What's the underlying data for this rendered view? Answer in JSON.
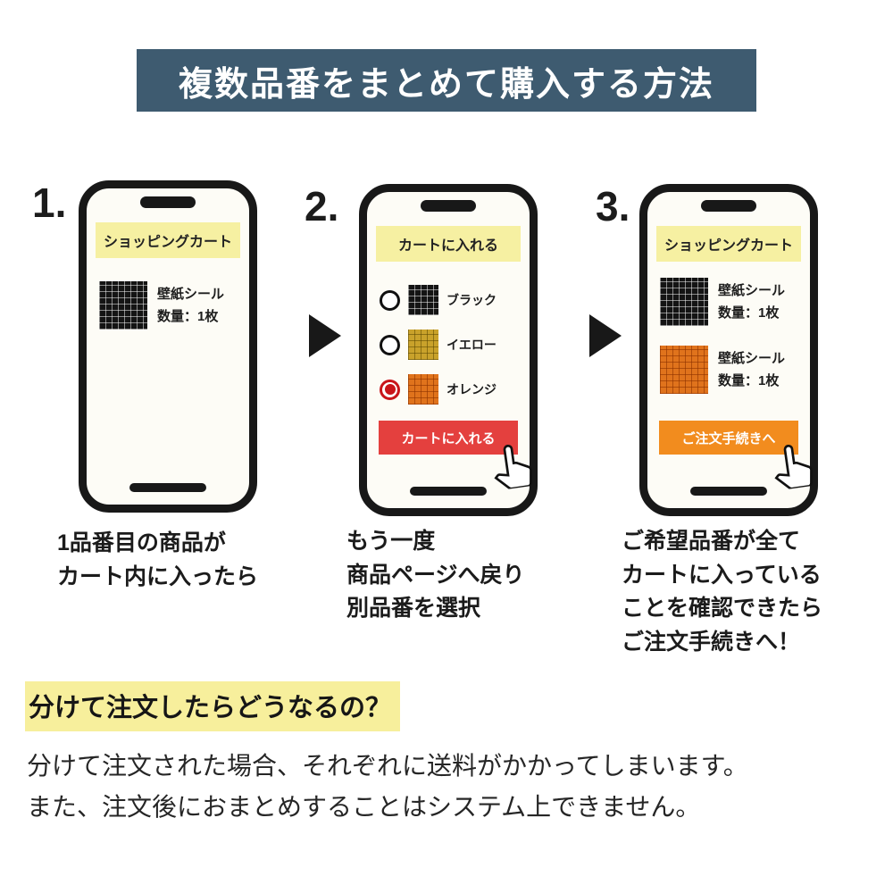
{
  "title_banner": {
    "text": "複数品番をまとめて購入する方法",
    "bg_color": "#3e5b70"
  },
  "steps": [
    {
      "number": "1.",
      "phone": {
        "header_label": "ショッピングカート",
        "items": [
          {
            "swatch": "black",
            "name": "壁紙シール",
            "qty": "数量：1枚"
          }
        ]
      },
      "caption": "1品番目の商品が\nカート内に入ったら"
    },
    {
      "number": "2.",
      "phone": {
        "header_label": "カートに入れる",
        "options": [
          {
            "swatch": "black",
            "label": "ブラック",
            "selected": false
          },
          {
            "swatch": "yellow",
            "label": "イエロー",
            "selected": false
          },
          {
            "swatch": "orange",
            "label": "オレンジ",
            "selected": true
          }
        ],
        "button": {
          "label": "カートに入れる",
          "color": "#e4403e"
        }
      },
      "caption": "もう一度\n商品ページへ戻り\n別品番を選択"
    },
    {
      "number": "3.",
      "phone": {
        "header_label": "ショッピングカート",
        "items": [
          {
            "swatch": "black",
            "name": "壁紙シール",
            "qty": "数量：1枚"
          },
          {
            "swatch": "orange",
            "name": "壁紙シール",
            "qty": "数量：1枚"
          }
        ],
        "button": {
          "label": "ご注文手続きへ",
          "color": "#f28c1e"
        }
      },
      "caption": "ご希望品番が全て\nカートに入っている\nことを確認できたら\nご注文手続きへ！"
    }
  ],
  "footer": {
    "heading": "分けて注文したらどうなるの？",
    "heading_highlight_color": "#f7ef9c",
    "body": "分けて注文された場合、それぞれに送料がかかってしまいます。\nまた、注文後におまとめすることはシステム上できません。"
  },
  "colors": {
    "banner_bg": "#3e5b70",
    "phone_header_bg": "#f6f0a2",
    "add_to_cart_red": "#e4403e",
    "checkout_orange": "#f28c1e",
    "radio_selected_red": "#c9151a"
  }
}
